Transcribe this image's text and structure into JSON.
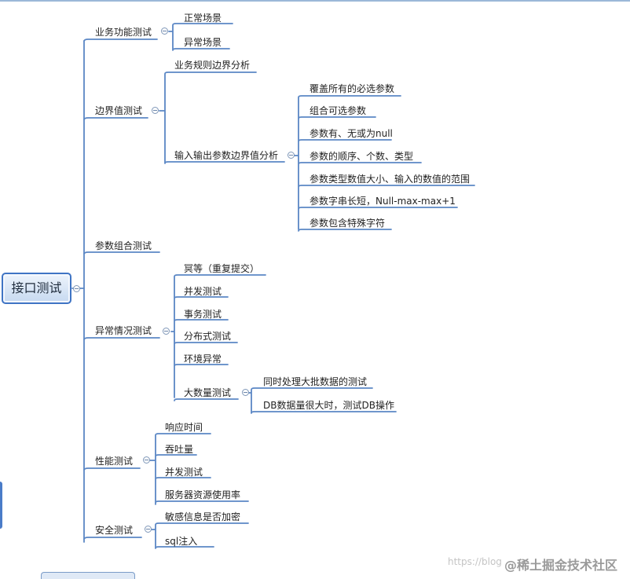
{
  "root": "接口测试",
  "branches": [
    {
      "label": "业务功能测试",
      "children": [
        "正常场景",
        "异常场景"
      ]
    },
    {
      "label": "边界值测试",
      "children": [
        {
          "label": "业务规则边界分析"
        },
        {
          "label": "输入输出参数边界值分析",
          "children": [
            "覆盖所有的必选参数",
            "组合可选参数",
            "参数有、无或为null",
            "参数的顺序、个数、类型",
            "参数类型数值大小、输入的数值的范围",
            "参数字串长短，Null-max-max+1",
            "参数包含特殊字符"
          ]
        }
      ]
    },
    {
      "label": "参数组合测试"
    },
    {
      "label": "异常情况测试",
      "children": [
        "冥等（重复提交）",
        "并发测试",
        "事务测试",
        "分布式测试",
        "环境异常",
        {
          "label": "大数量测试",
          "children": [
            "同时处理大批数据的测试",
            "DB数据量很大时，测试DB操作"
          ]
        }
      ]
    },
    {
      "label": "性能测试",
      "children": [
        "响应时间",
        "吞吐量",
        "并发测试",
        "服务器资源使用率"
      ]
    },
    {
      "label": "安全测试",
      "children": [
        "敏感信息是否加密",
        "sql注入"
      ]
    }
  ],
  "watermark": {
    "url": "https://blog",
    "site": "@稀土掘金技术社区"
  },
  "colors": {
    "connector": "#5b87c5",
    "root_border": "#3f74c4"
  }
}
